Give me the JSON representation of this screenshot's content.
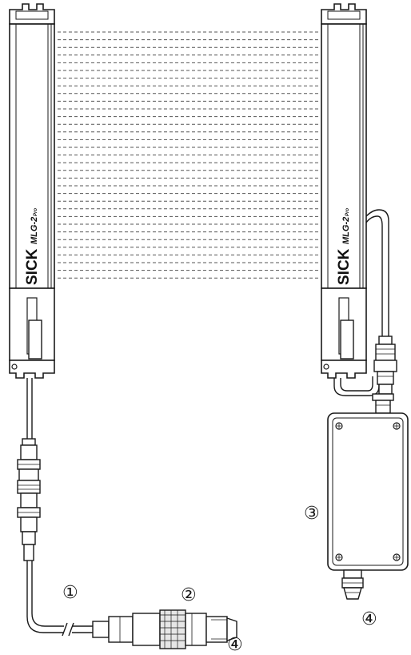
{
  "emitter": {
    "brand": "SICK",
    "model": "MLG-2",
    "variant": "Pro"
  },
  "receiver": {
    "brand": "SICK",
    "model": "MLG-2",
    "variant": "Pro"
  },
  "callouts": [
    {
      "id": "1",
      "symbol": "①"
    },
    {
      "id": "2",
      "symbol": "②"
    },
    {
      "id": "3",
      "symbol": "③"
    },
    {
      "id": "4a",
      "symbol": "④"
    },
    {
      "id": "4b",
      "symbol": "④"
    }
  ],
  "colors": {
    "line": "#1a1a1a",
    "housing": "#3a3a3a",
    "beam": "#555555",
    "background": "#ffffff"
  }
}
